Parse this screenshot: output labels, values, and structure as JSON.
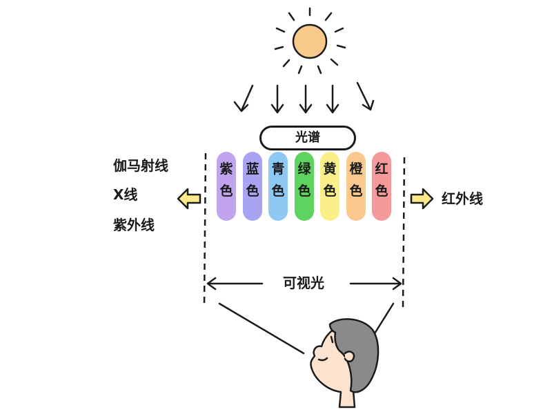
{
  "colors": {
    "sun_fill": "#f7c98b",
    "ink": "#1a1a1a",
    "arrow_fill": "#fde98a",
    "hair": "#8a8a8a",
    "skin": "#fbe3cf"
  },
  "spectrum": {
    "title": "光谱",
    "bands": [
      {
        "top": "紫",
        "bottom": "色",
        "color": "#c2a4ee"
      },
      {
        "top": "蓝",
        "bottom": "色",
        "color": "#a9a4f2"
      },
      {
        "top": "青",
        "bottom": "色",
        "color": "#8ec9f4"
      },
      {
        "top": "绿",
        "bottom": "色",
        "color": "#5fd35f"
      },
      {
        "top": "黄",
        "bottom": "色",
        "color": "#fbef8a"
      },
      {
        "top": "橙",
        "bottom": "色",
        "color": "#fbc98d"
      },
      {
        "top": "红",
        "bottom": "色",
        "color": "#f59a9a"
      }
    ]
  },
  "left_labels": [
    "伽马射线",
    "X线",
    "紫外线"
  ],
  "right_label": "红外线",
  "visible_label": "可视光",
  "icons": {
    "sun": "sun-icon",
    "left_arrow": "arrow-left-icon",
    "right_arrow": "arrow-right-icon",
    "person": "person-head-icon"
  }
}
